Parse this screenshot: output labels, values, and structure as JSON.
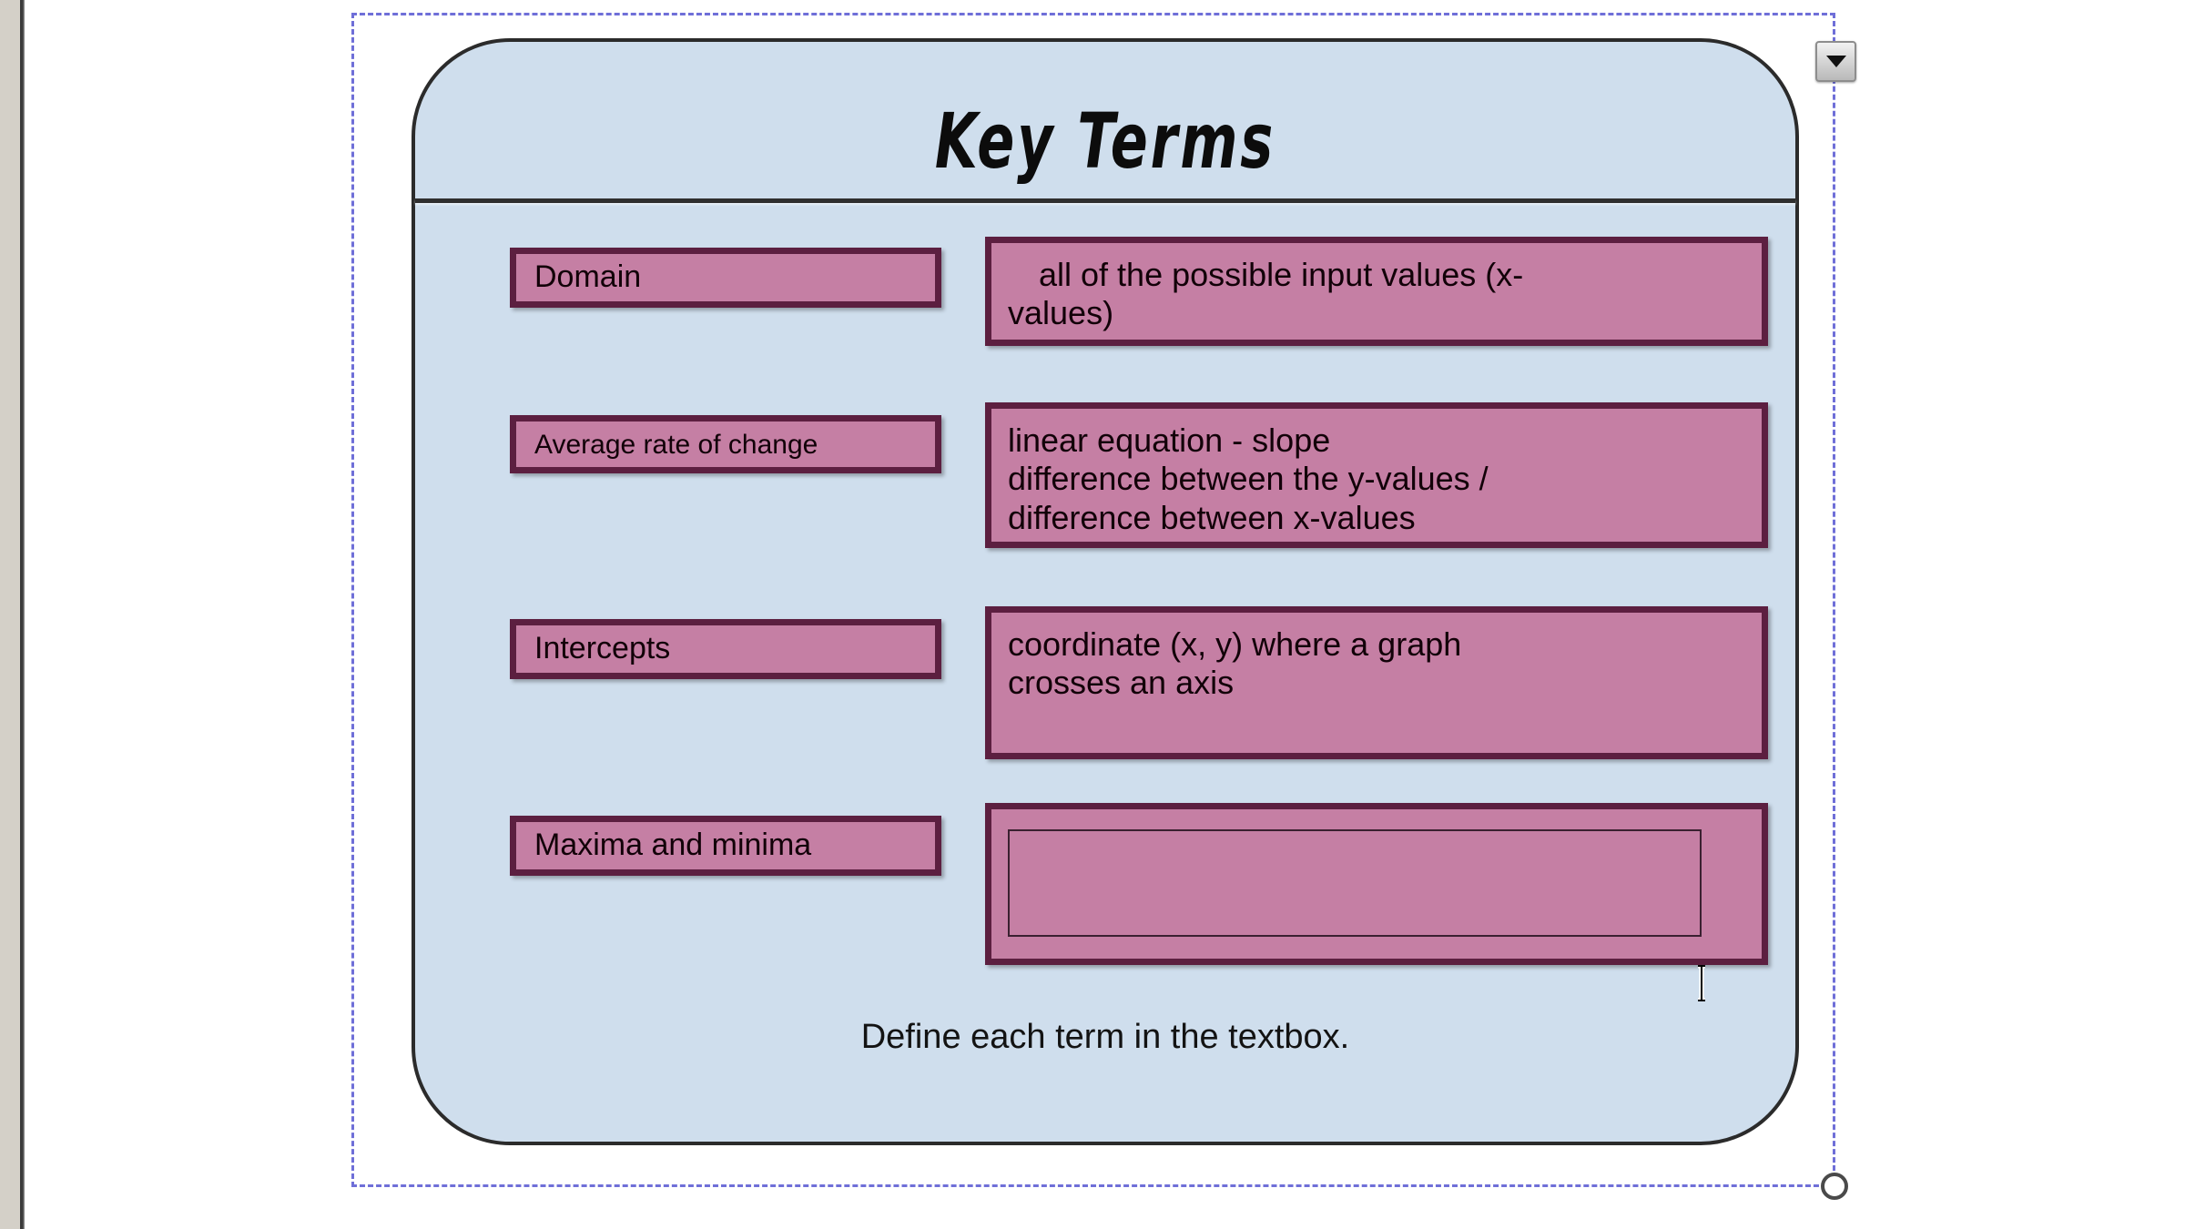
{
  "window": {
    "canvas_background": "#ffffff",
    "gutter_color": "#d4d0c8"
  },
  "selection": {
    "border_color": "#6f6fd8",
    "handle_name": "resize-handle",
    "dropdown_label": "▼"
  },
  "card": {
    "title": "Key Terms",
    "caption": "Define each term in the textbox.",
    "background_color": "#cfdeed",
    "border_color": "#2b2b2b",
    "box_fill_color": "#c57fa4",
    "box_border_color": "#5c1f40"
  },
  "rows": [
    {
      "term": "Domain",
      "definition": "all of the possible input values (x-\nvalues)",
      "definition_empty": false
    },
    {
      "term": "Average rate of change",
      "definition": "linear equation - slope\ndifference between the y-values /\ndifference between x-values",
      "definition_empty": false
    },
    {
      "term": "Intercepts",
      "definition": "coordinate (x, y) where a graph\ncrosses an axis",
      "definition_empty": false
    },
    {
      "term": "Maxima and minima",
      "definition": "",
      "definition_empty": true
    }
  ],
  "answer_textbox": {
    "value": "",
    "placeholder": ""
  }
}
